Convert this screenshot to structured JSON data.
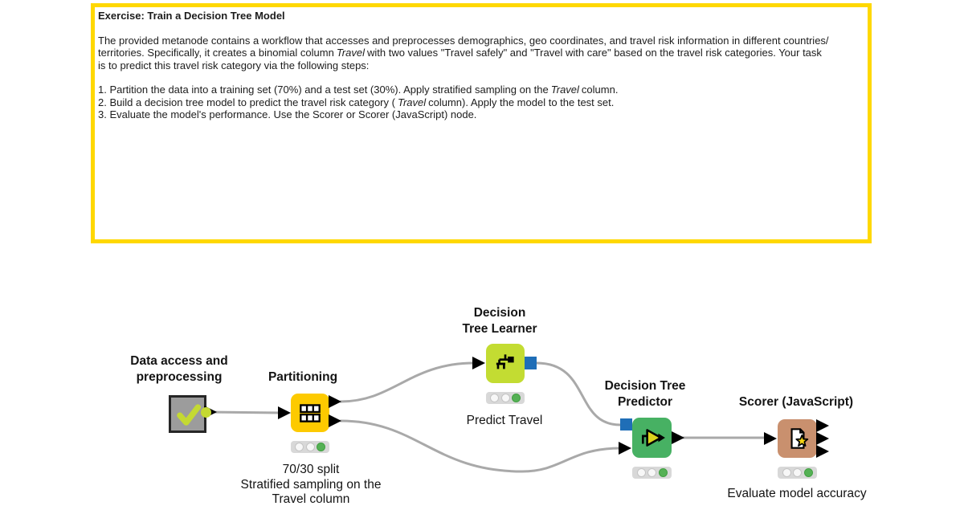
{
  "annotation": {
    "title": "Exercise: Train a Decision Tree Model",
    "p1_l1": "The provided metanode contains a workflow that accesses and preprocesses demographics, geo coordinates, and travel risk information in different countries/",
    "p1_l2a": "territories. Specifically, it creates a binomial column",
    "p1_l2b": "Travel",
    "p1_l2c": "with two values \"Travel safely\" and \"Travel with care\" based on the travel risk categories. Your task",
    "p1_l3": "is to predict this travel risk category via the following steps:",
    "s1a": "1. Partition the data into a training set (70%) and a test set (30%). Apply stratified sampling on the",
    "s1b": "Travel",
    "s1c": "column.",
    "s2a": "2. Build a decision tree model to predict the travel risk category (",
    "s2b": "Travel",
    "s2c": "column). Apply the model to the test set.",
    "s3": "3. Evaluate the model's performance. Use the Scorer or Scorer (JavaScript) node.",
    "border_color": "#FFD800"
  },
  "nodes": {
    "metanode": {
      "title": "Data access and\npreprocessing",
      "icon": "check-icon",
      "color": "#9C9C9C"
    },
    "partitioning": {
      "title": "Partitioning",
      "comment": "70/30 split\nStratified sampling on the\nTravel column",
      "icon": "table-split-icon",
      "color": "#FDCA00",
      "status_light": "green"
    },
    "learner": {
      "title": "Decision\nTree Learner",
      "comment": "Predict Travel",
      "icon": "decision-tree-icon",
      "color": "#C3DC32",
      "status_light": "green"
    },
    "predictor": {
      "title": "Decision Tree\nPredictor",
      "icon": "predictor-arrow-icon",
      "color": "#47B163",
      "status_light": "green"
    },
    "scorer": {
      "title": "Scorer (JavaScript)",
      "comment": "Evaluate model accuracy",
      "icon": "document-star-icon",
      "color": "#C9906E",
      "status_light": "green"
    }
  },
  "connections": [
    "metanode-out to partitioning-in",
    "partitioning-out-1 to learner-in",
    "partitioning-out-2 to predictor-data-in",
    "learner-model-out to predictor-model-in",
    "predictor-out to scorer-in"
  ],
  "colors": {
    "wire": "#A9A9A9",
    "data_port": "#000000",
    "model_port": "#1F6EB7",
    "traffic_green": "#55B155",
    "annotation_border": "#FFD800"
  }
}
